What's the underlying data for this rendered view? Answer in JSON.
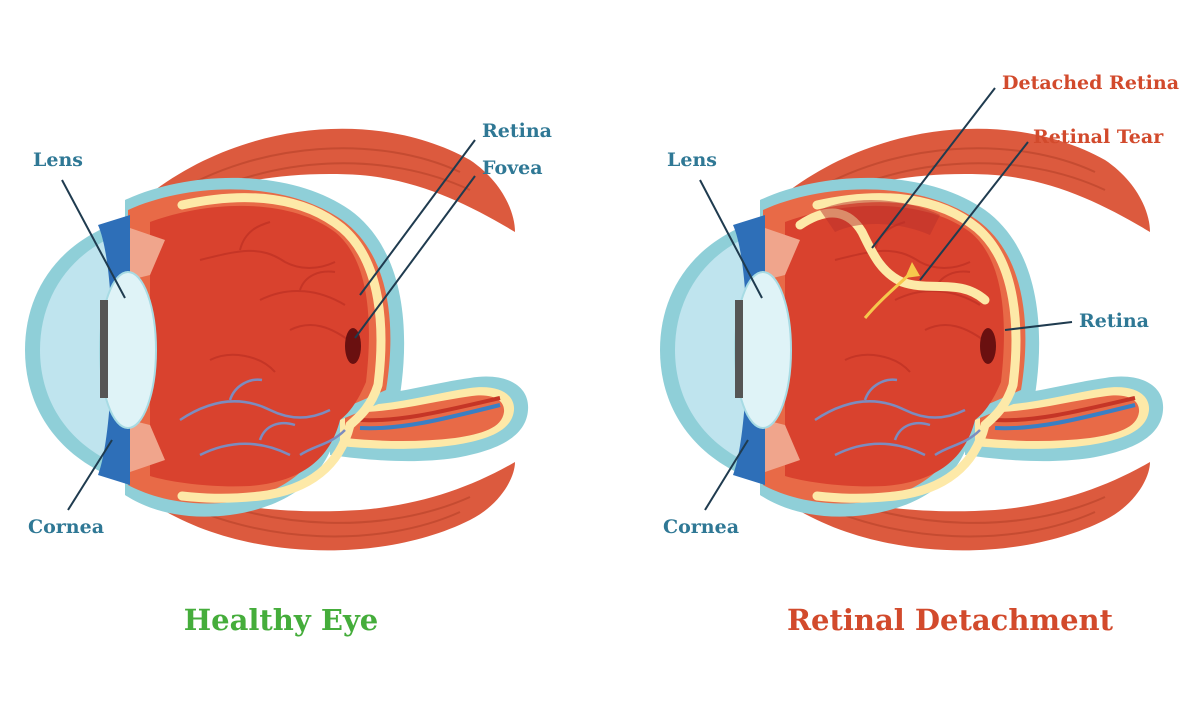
{
  "colors": {
    "label_blue": "#2f7895",
    "label_red": "#d24a2c",
    "caption_green": "#45ad3b",
    "caption_red": "#d24a2c",
    "muscle": "#dc5a3e",
    "muscle_dark": "#b5412a",
    "sclera_outer": "#8fcfd8",
    "choroid": "#e86a47",
    "vitreous": "#d9422e",
    "retina": "#fde9a8",
    "cornea": "#bfe4ee",
    "iris": "#2e6fb8",
    "lens": "#dff3f7",
    "vessel_red": "#c53526",
    "vessel_blue": "#7c8cbf",
    "optic_blue": "#3a7fc4"
  },
  "diagrams": {
    "healthy": {
      "labels": {
        "lens": "Lens",
        "cornea": "Cornea",
        "retina": "Retina",
        "fovea": "Fovea"
      },
      "caption": "Healthy Eye"
    },
    "detached": {
      "labels": {
        "lens": "Lens",
        "cornea": "Cornea",
        "detached_retina": "Detached Retina",
        "retinal_tear": "Retinal Tear",
        "retina": "Retina"
      },
      "caption": "Retinal Detachment"
    }
  }
}
